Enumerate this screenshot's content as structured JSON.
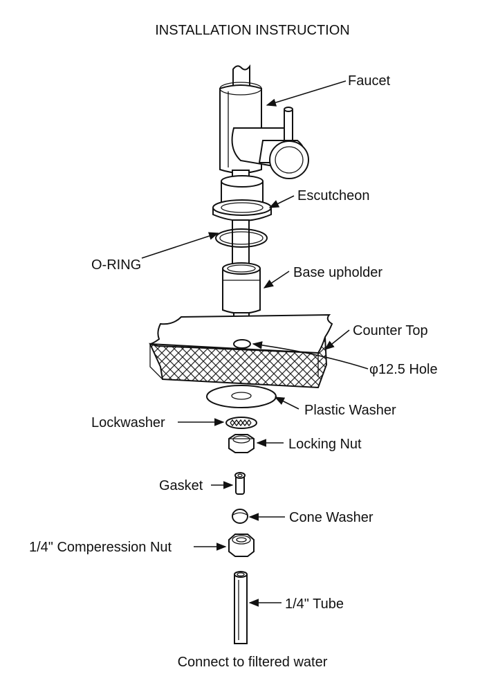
{
  "title": "INSTALLATION INSTRUCTION",
  "labels": {
    "faucet": "Faucet",
    "escutcheon": "Escutcheon",
    "o_ring": "O-RING",
    "base_upholder": "Base upholder",
    "counter_top": "Counter Top",
    "hole": "φ12.5 Hole",
    "plastic_washer": "Plastic Washer",
    "lockwasher": "Lockwasher",
    "locking_nut": "Locking Nut",
    "gasket": "Gasket",
    "cone_washer": "Cone Washer",
    "compression_nut": "1/4\" Comperession Nut",
    "tube": "1/4\" Tube"
  },
  "footer": "Connect to filtered water"
}
